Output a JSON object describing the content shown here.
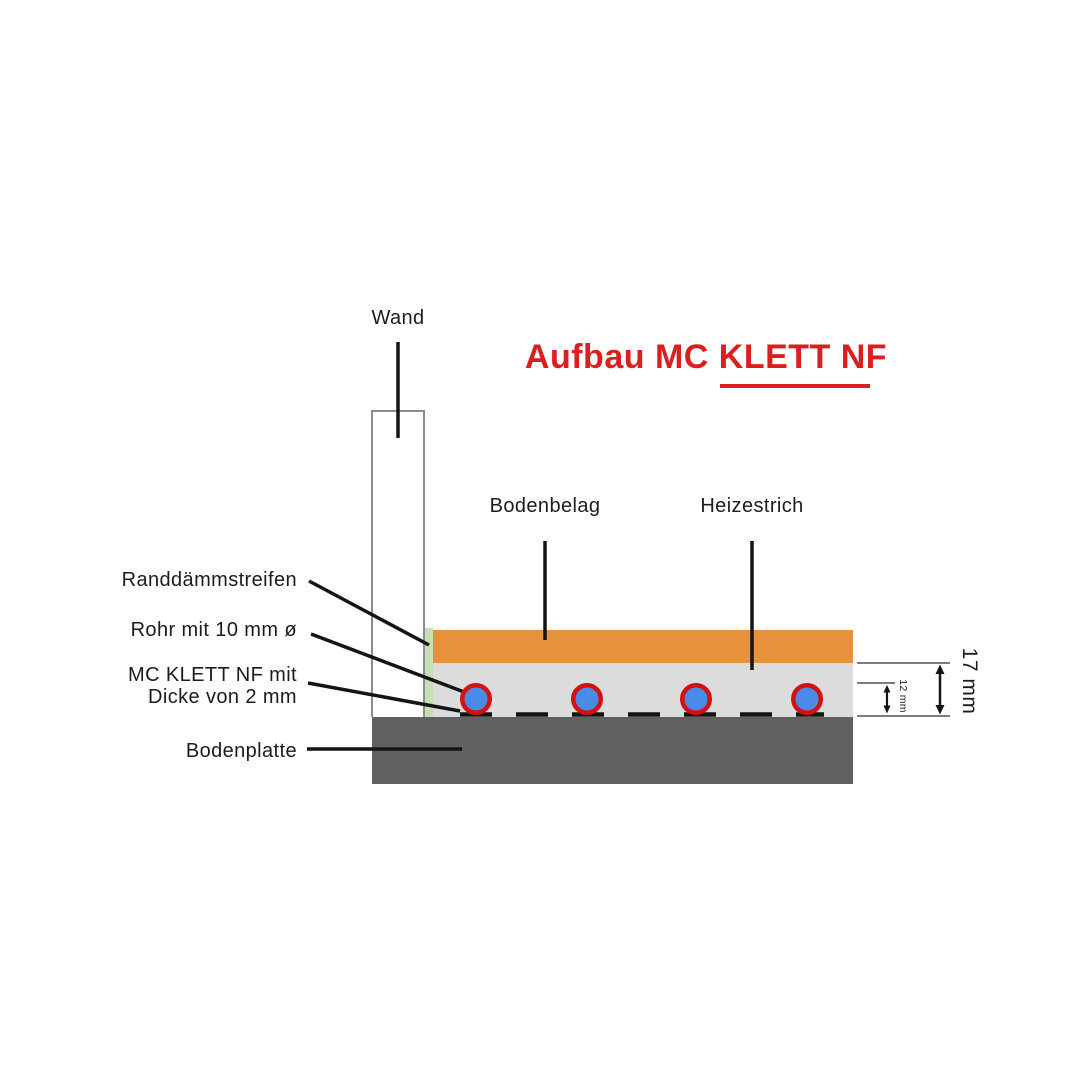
{
  "title": {
    "prefix": "Aufbau MC ",
    "underlined": "KLETT NF"
  },
  "labels": {
    "wall": "Wand",
    "floor_covering": "Bodenbelag",
    "heating_screed": "Heizestrich",
    "edge_insulation": "Randdämmstreifen",
    "pipe": "Rohr mit 10 mm ø",
    "klett_line1": "MC KLETT NF mit",
    "klett_line2": "Dicke von 2 mm",
    "base_plate": "Bodenplatte"
  },
  "dimensions": {
    "screed_total": "17 mm",
    "pipe_plus_klett": "12 mm"
  },
  "diagram": {
    "pipe_count": 4,
    "pipe_diameter_label_mm": 10,
    "klett_thickness_label_mm": 2
  },
  "colors": {
    "title-red": "#db1f1f",
    "floor-covering-orange": "#e8913c",
    "screed-gray": "#dcdcdc",
    "base-plate-gray": "#606060",
    "edge-strip-green": "#c6dfb5",
    "pipe-blue": "#4a8be8",
    "pipe-ring-red": "#d41111",
    "line-black": "#141414",
    "dimension-line-gray": "#7d7d7d",
    "label-text": "#1c1c1c",
    "wall-border": "#8c8c8c"
  }
}
